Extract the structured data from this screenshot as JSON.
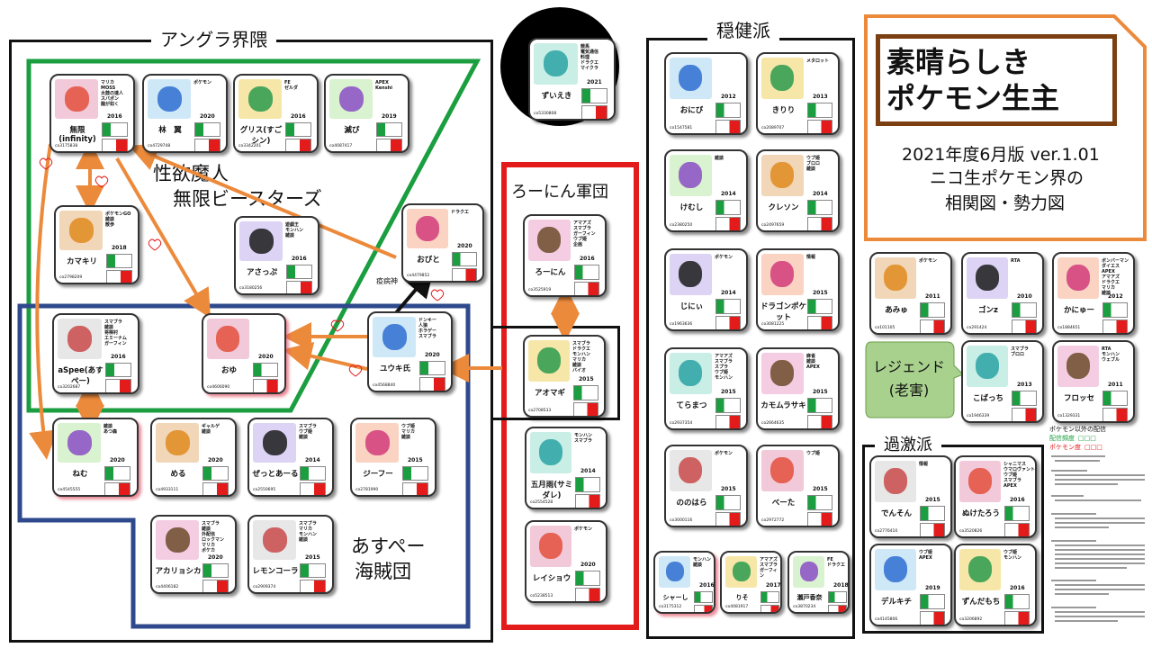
{
  "sections": {
    "angura": "アングラ界隈",
    "onken": "穏健派",
    "roonin": "ろーにん軍団",
    "kageki": "過激派"
  },
  "groups": {
    "seiyoku_line1": "性欲魔人",
    "seiyoku_line2": "無限ビースターズ",
    "asupe_line1": "あすぺー",
    "asupe_line2": "海賊団",
    "legend_bubble_line1": "レジェンド",
    "legend_bubble_line2": "(老害)"
  },
  "title": {
    "line1": "素晴らしき",
    "line2": "ポケモン生主",
    "sub1": "2021年度6月版 ver.1.01",
    "sub2": "ニコ生ポケモン界の",
    "sub3": "相関図・勢力図"
  },
  "arrow_label": "疫病神",
  "legend_key": {
    "line1": "ポケモン以外の配信",
    "line2": "配信頻度",
    "line3": "ポケモン度"
  },
  "colors": {
    "green": "#1a9e3f",
    "navy": "#2e4a8c",
    "red": "#e31b1b",
    "orange": "#ec8a3c",
    "brown": "#7b3f12",
    "bubble": "#a9d18e"
  },
  "cards": [
    {
      "name": "無限(infinity)",
      "tags": "マリカ\nMOSS\n太鼓の達人\nスバポン\n龍が如く",
      "year": "2016",
      "id": "co3175838"
    },
    {
      "name": "林　翼",
      "tags": "ポケモン",
      "year": "2020",
      "id": "co4729748"
    },
    {
      "name": "グリス(すごシン)",
      "tags": "FE\nゼルダ",
      "year": "2016",
      "id": "co3342201"
    },
    {
      "name": "滅び",
      "tags": "APEX\nKenshi",
      "year": "2019",
      "id": "co4087417"
    },
    {
      "name": "カマキリ",
      "tags": "ポケモンGO\n雑談\n散歩",
      "year": "2018",
      "id": "co2798209"
    },
    {
      "name": "アさっぷ",
      "tags": "遊戯王\nモンハン\n雑談",
      "year": "2016",
      "id": "co3180256"
    },
    {
      "name": "おびと",
      "tags": "ドラクエ",
      "year": "2020",
      "id": "co4479852"
    },
    {
      "name": "ずいえき",
      "tags": "競馬\n電気通信\n料理\nドラクエ\nマイクラ",
      "year": "2021",
      "id": "co5330808"
    },
    {
      "name": "ろーにん",
      "tags": "アマアズ\nスマブラ\nガーフィン\nウブ姫\n企画",
      "year": "2016",
      "id": "co3525919"
    },
    {
      "name": "aSpee(あすペー)",
      "tags": "スマブラ\n雑談\n将棋村\nエミーナム\nガーフィン",
      "year": "2016",
      "id": "co3202687"
    },
    {
      "name": "おゆ",
      "tags": "",
      "year": "2020",
      "id": "co4606090"
    },
    {
      "name": "ユウキ氏",
      "tags": "ドンキー\n人狼\nホラゲー\nスマブラ",
      "year": "2020",
      "id": "co4568840"
    },
    {
      "name": "アオマギ",
      "tags": "スマブラ\nドラクエ\nモンハン\nマリカ\n雑談\nバイオ",
      "year": "2015",
      "id": "co2708533"
    },
    {
      "name": "ねむ",
      "tags": "雑談\nあつ森",
      "year": "2020",
      "id": "co4545555"
    },
    {
      "name": "める",
      "tags": "ギャルゲ\n雑談",
      "year": "2020",
      "id": "co4933111"
    },
    {
      "name": "ぜっとあーる",
      "tags": "スマブラ\nウブ姫\n雑談",
      "year": "2014",
      "id": "co2550695"
    },
    {
      "name": "ジーフー",
      "tags": "ウブ姫\nマリカ\n雑談",
      "year": "2015",
      "id": "co2781990"
    },
    {
      "name": "五月雨(サミダレ)",
      "tags": "モンハン\nスマブラ",
      "year": "2014",
      "id": "co2554528"
    },
    {
      "name": "アカリョシカ",
      "tags": "スマブラ\n雑談\n外配信\nロックマン\nマリカ\nポケカ",
      "year": "2020",
      "id": "co4406182"
    },
    {
      "name": "レモンコーラ",
      "tags": "スマブラ\nマリカ\nモンハン\n雑談",
      "year": "2015",
      "id": "co2909374"
    },
    {
      "name": "レイショウ",
      "tags": "ポケモン",
      "year": "2020",
      "id": "co5238513"
    },
    {
      "name": "おにび",
      "tags": "",
      "year": "2012",
      "id": "co1547581"
    },
    {
      "name": "きりり",
      "tags": "メタロット",
      "year": "2013",
      "id": "co2089707"
    },
    {
      "name": "けむし",
      "tags": "雑談",
      "year": "2014",
      "id": "co2380250"
    },
    {
      "name": "クレソン",
      "tags": "ウブ姫\nブロロ\n雑談",
      "year": "2014",
      "id": "co2497659"
    },
    {
      "name": "じにぃ",
      "tags": "ポケモン",
      "year": "2014",
      "id": "co1963636"
    },
    {
      "name": "ドラゴンポケット",
      "tags": "情報",
      "year": "2015",
      "id": "co3081225"
    },
    {
      "name": "てらまつ",
      "tags": "アマアズ\nスマブラ\nスプラ\nウブ姫\nモンハン",
      "year": "2015",
      "id": "co2937354"
    },
    {
      "name": "カモムラサキ",
      "tags": "麻雀\n雑談\nAPEX",
      "year": "2015",
      "id": "co2664635"
    },
    {
      "name": "ののはら",
      "tags": "ポケモン",
      "year": "2015",
      "id": "co3000116"
    },
    {
      "name": "べーた",
      "tags": "ウブ姫",
      "year": "2015",
      "id": "co2972772"
    },
    {
      "name": "シャーし",
      "tags": "モンハン\n雑談",
      "year": "2016",
      "id": "co3175312"
    },
    {
      "name": "りそ",
      "tags": "アマアズ\nスマブラ\nガーフィン",
      "year": "2017",
      "id": "co4081917"
    },
    {
      "name": "瀬戸香奈",
      "tags": "FE\nドラクエ",
      "year": "2018",
      "id": "co3870234"
    },
    {
      "name": "あみゅ",
      "tags": "ポケモン",
      "year": "2011",
      "id": "co101105"
    },
    {
      "name": "ゴンz",
      "tags": "RTA",
      "year": "2010",
      "id": "co291424"
    },
    {
      "name": "かにゅー",
      "tags": "ボンバーマン\nダイエス\nAPEX\nアマアズ\nドラクエ\nマリカ\n雑談",
      "year": "2012",
      "id": "co1884651"
    },
    {
      "name": "こばっち",
      "tags": "スマブラ\nブロロ",
      "year": "2013",
      "id": "co1946339"
    },
    {
      "name": "フロッセ",
      "tags": "RTA\nモンハン\nウェブル",
      "year": "2011",
      "id": "co1329331"
    },
    {
      "name": "でんそん",
      "tags": "情報",
      "year": "2015",
      "id": "co2776410"
    },
    {
      "name": "ぬけたろう",
      "tags": "シャニマス\nウマロヴァント\nウブ姫\nスマブラ\nAPEX",
      "year": "2016",
      "id": "co3520826"
    },
    {
      "name": "デルキチ",
      "tags": "ウブ姫\nAPEX",
      "year": "2019",
      "id": "co4145806"
    },
    {
      "name": "ずんだもち",
      "tags": "ウブ姫\nモンハン",
      "year": "2016",
      "id": "co3206892"
    }
  ]
}
